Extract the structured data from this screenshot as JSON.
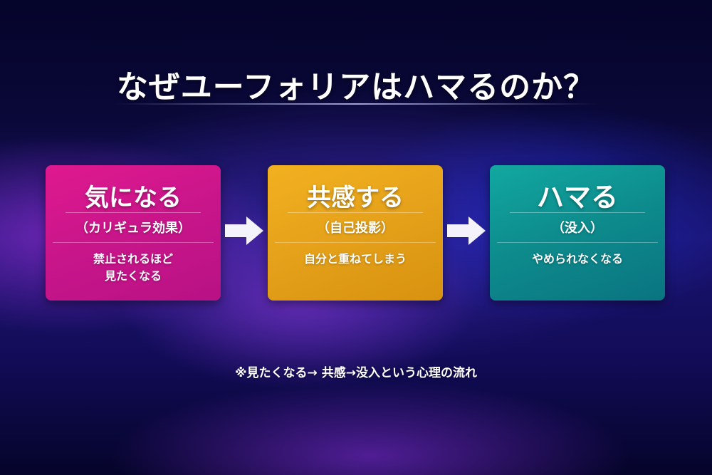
{
  "title": "なぜユーフォリアはハマるのか？",
  "colors": {
    "background": "#05042a",
    "card_pink": "#d0178c",
    "card_gold": "#e8a31a",
    "card_teal": "#0f8f90",
    "text": "#ffffff"
  },
  "steps": [
    {
      "heading": "気になる",
      "subheading": "（カリギュラ効果）",
      "description": "禁止されるほど\n見たくなる"
    },
    {
      "heading": "共感する",
      "subheading": "（自己投影）",
      "description": "自分と重ねてしまう"
    },
    {
      "heading": "ハマる",
      "subheading": "（没入）",
      "description": "やめられなくなる"
    }
  ],
  "arrows": [
    "arrow-right-icon",
    "arrow-right-icon"
  ],
  "note": "※見たくなる→ 共感→没入という心理の流れ"
}
